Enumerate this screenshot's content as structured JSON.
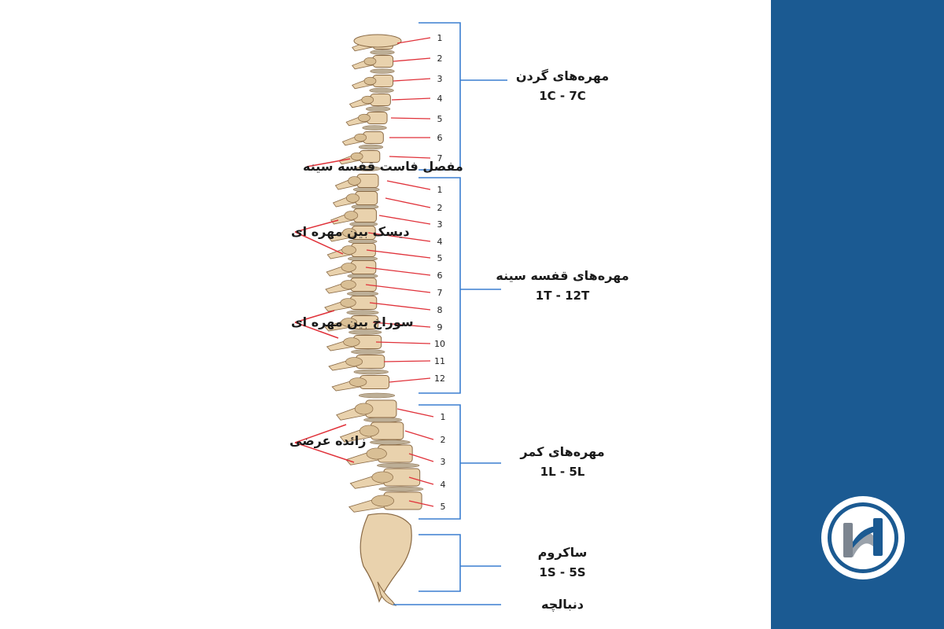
{
  "colors": {
    "bracket": "#3b7fd0",
    "leader": "#e0323a",
    "bone": "#e9d2ad",
    "bone_shade": "#8a6a45",
    "disc": "#bdaf97",
    "panel": "#1b5a92"
  },
  "regions": [
    {
      "name": "مهره‌های گردن",
      "code": "1C - 7C",
      "labels": [
        "1",
        "2",
        "3",
        "4",
        "5",
        "6",
        "7"
      ]
    },
    {
      "name": "مهره‌های قفسه سینه",
      "code": "1T - 12T",
      "labels": [
        "1",
        "2",
        "3",
        "4",
        "5",
        "6",
        "7",
        "8",
        "9",
        "10",
        "11",
        "12"
      ]
    },
    {
      "name": "مهره‌های کمر",
      "code": "1L - 5L",
      "labels": [
        "1",
        "2",
        "3",
        "4",
        "5"
      ]
    },
    {
      "name": "ساکروم",
      "code": "1S - 5S",
      "labels": []
    },
    {
      "name": "دنبالچه",
      "code": "",
      "labels": []
    }
  ],
  "annotations": [
    {
      "text": "مفصل فاست قفسه سینه"
    },
    {
      "text": "دیسک بین مهره ای"
    },
    {
      "text": "سوراخ بین مهره ای"
    },
    {
      "text": "زائده عرضی"
    }
  ],
  "logo": {
    "icon": "circular-n-logo-icon"
  }
}
